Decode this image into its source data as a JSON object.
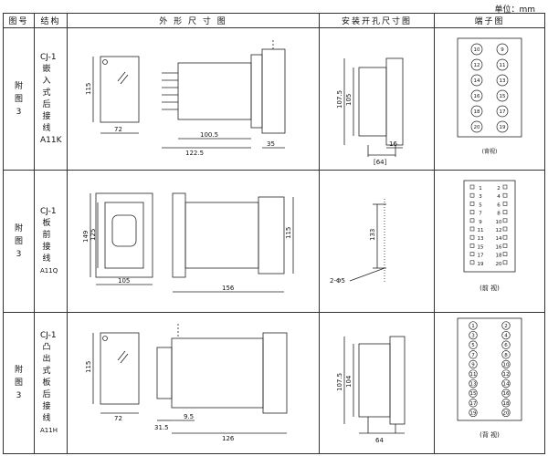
{
  "unit_label": "单位：mm",
  "headers": {
    "fig_no": "图号",
    "structure": "结构",
    "outline": "外 形 尺 寸 图",
    "cutout": "安装开孔尺寸图",
    "terminal": "端子图"
  },
  "rows": [
    {
      "fig_lines": [
        "附",
        "图",
        "3"
      ],
      "model": "CJ-1",
      "type_chars": [
        "嵌",
        "入",
        "式",
        "后",
        "接",
        "线"
      ],
      "code": "A11K",
      "outline_dims": {
        "h": "115",
        "w": "72",
        "body": "100.5",
        "total": "122.5",
        "rear": "35"
      },
      "cutout_dims": {
        "h1": "107.5",
        "h2": "105",
        "w1": "16",
        "w2": "[64]"
      },
      "terminal_numbers": [
        [
          "10",
          "9"
        ],
        [
          "12",
          "11"
        ],
        [
          "14",
          "13"
        ],
        [
          "16",
          "15"
        ],
        [
          "18",
          "17"
        ],
        [
          "20",
          "19"
        ]
      ],
      "terminal_caption": "(背视)"
    },
    {
      "fig_lines": [
        "附",
        "图",
        "3"
      ],
      "model": "CJ-1",
      "type_chars": [
        "板",
        "前",
        "接",
        "线"
      ],
      "code": "A11Q",
      "outline_dims": {
        "h1": "149",
        "h2": "125",
        "w": "105",
        "depth": "156",
        "rh": "115"
      },
      "cutout_dims": {
        "h": "133",
        "hole": "2-Φ5"
      },
      "terminal_numbers": [
        [
          "1",
          "2"
        ],
        [
          "3",
          "4"
        ],
        [
          "5",
          "6"
        ],
        [
          "7",
          "8"
        ],
        [
          "9",
          "10"
        ],
        [
          "11",
          "12"
        ],
        [
          "13",
          "14"
        ],
        [
          "15",
          "16"
        ],
        [
          "17",
          "18"
        ],
        [
          "19",
          "20"
        ]
      ],
      "terminal_caption": "(前 视)"
    },
    {
      "fig_lines": [
        "附",
        "图",
        "3"
      ],
      "model": "CJ-1",
      "type_chars": [
        "凸",
        "出",
        "式",
        "板",
        "后",
        "接",
        "线"
      ],
      "code": "A11H",
      "outline_dims": {
        "h": "115",
        "w": "72",
        "offset": "31.5",
        "gap": "9.5",
        "depth": "126"
      },
      "cutout_dims": {
        "h1": "107.5",
        "h2": "104",
        "w": "64"
      },
      "terminal_numbers": [
        [
          "1",
          "2"
        ],
        [
          "3",
          "4"
        ],
        [
          "5",
          "6"
        ],
        [
          "7",
          "8"
        ],
        [
          "9",
          "10"
        ],
        [
          "11",
          "12"
        ],
        [
          "13",
          "14"
        ],
        [
          "15",
          "16"
        ],
        [
          "17",
          "18"
        ],
        [
          "19",
          "20"
        ]
      ],
      "terminal_caption": "(背 视)"
    }
  ]
}
